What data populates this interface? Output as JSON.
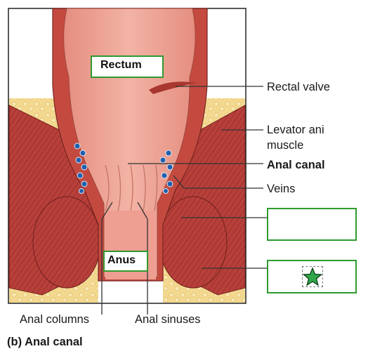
{
  "labels": {
    "rectal_valve": "Rectal valve",
    "levator_ani": [
      "Levator ani",
      "muscle"
    ],
    "anal_canal": "Anal canal",
    "veins": "Veins",
    "anal_columns": "Anal columns",
    "anal_sinuses": "Anal sinuses"
  },
  "boxes": {
    "rectum": "Rectum",
    "anus": "Anus",
    "blank_upper": "",
    "blank_lower": ""
  },
  "caption": {
    "part": "(b)",
    "title": "Anal canal"
  },
  "colors": {
    "box_border": "#2e9a2e",
    "muscle": "#b8403a",
    "mucosa": "#e79a8c",
    "fat": "#f2d48a",
    "vein": "#1f5fae",
    "star": "#2fa84a"
  },
  "icons": {
    "star": "star-icon"
  }
}
